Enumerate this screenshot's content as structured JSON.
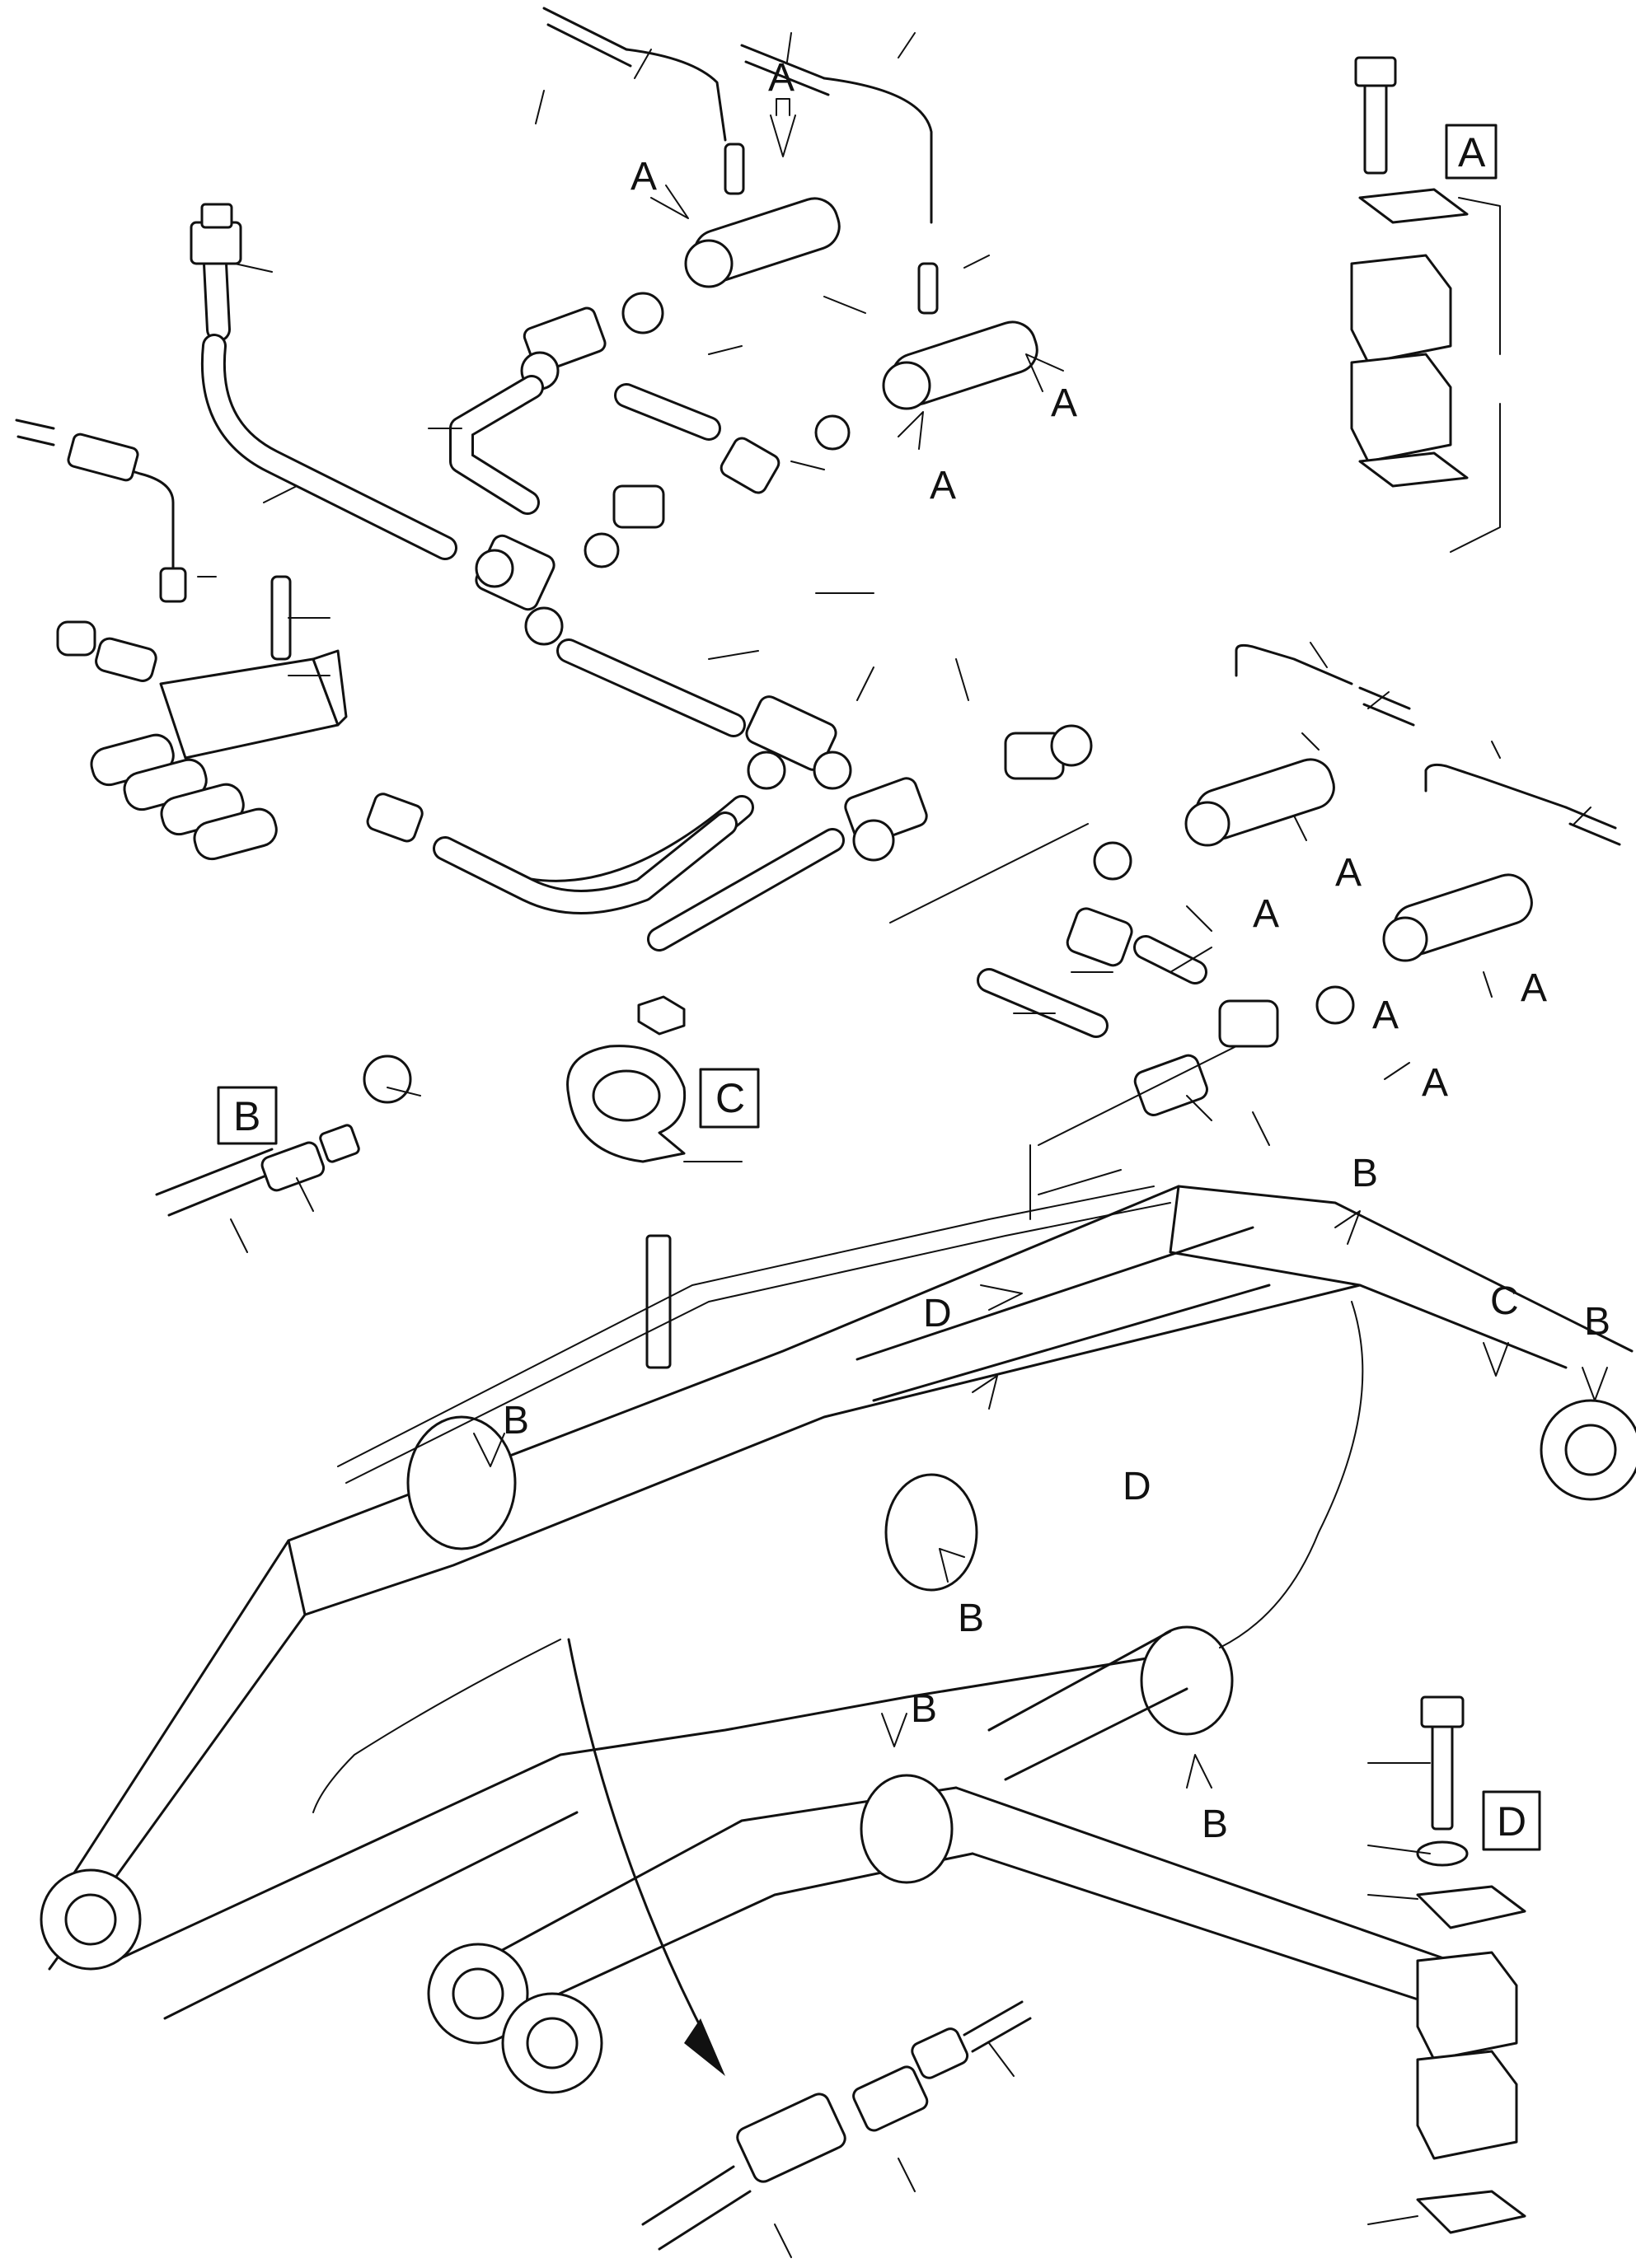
{
  "callouts": {
    "arrow_labels": [
      {
        "id": "a1",
        "text": "A"
      },
      {
        "id": "a2",
        "text": "A"
      },
      {
        "id": "a3",
        "text": "A"
      },
      {
        "id": "a4",
        "text": "A"
      },
      {
        "id": "a5",
        "text": "A"
      },
      {
        "id": "a6",
        "text": "A"
      },
      {
        "id": "a7",
        "text": "A"
      },
      {
        "id": "a8",
        "text": "A"
      },
      {
        "id": "a9",
        "text": "A"
      },
      {
        "id": "b1",
        "text": "B"
      },
      {
        "id": "b2",
        "text": "B"
      },
      {
        "id": "b3",
        "text": "B"
      },
      {
        "id": "b4",
        "text": "B"
      },
      {
        "id": "b5",
        "text": "B"
      },
      {
        "id": "b6",
        "text": "B"
      },
      {
        "id": "c1",
        "text": "C"
      },
      {
        "id": "d1",
        "text": "D"
      },
      {
        "id": "d2",
        "text": "D"
      }
    ],
    "detail_boxes": [
      {
        "id": "box-a",
        "text": "A"
      },
      {
        "id": "box-b",
        "text": "B"
      },
      {
        "id": "box-c",
        "text": "C"
      },
      {
        "id": "box-d",
        "text": "D"
      }
    ]
  }
}
